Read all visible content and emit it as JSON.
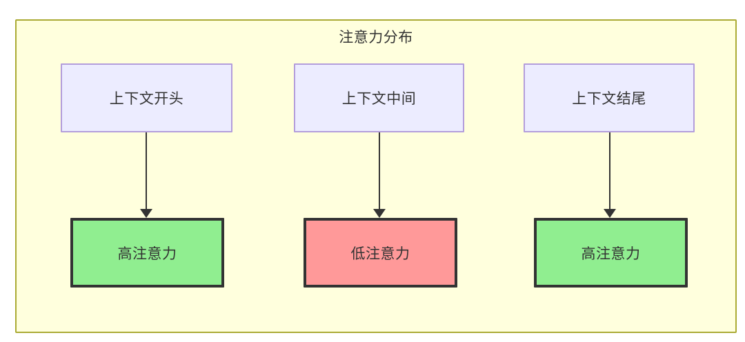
{
  "diagram": {
    "title": "注意力分布",
    "container": {
      "fill": "#ffffdd",
      "stroke": "#aaaa33"
    },
    "context_nodes": [
      {
        "id": "ctx-start",
        "label": "上下文开头",
        "fill": "#ececff",
        "stroke": "#b39ddb"
      },
      {
        "id": "ctx-middle",
        "label": "上下文中间",
        "fill": "#ececff",
        "stroke": "#b39ddb"
      },
      {
        "id": "ctx-end",
        "label": "上下文结尾",
        "fill": "#ececff",
        "stroke": "#b39ddb"
      }
    ],
    "attention_nodes": [
      {
        "id": "attn-high-start",
        "label": "高注意力",
        "fill": "#90ee90",
        "stroke": "#333333",
        "level": "high"
      },
      {
        "id": "attn-low-middle",
        "label": "低注意力",
        "fill": "#ff9999",
        "stroke": "#333333",
        "level": "low"
      },
      {
        "id": "attn-high-end",
        "label": "高注意力",
        "fill": "#90ee90",
        "stroke": "#333333",
        "level": "high"
      }
    ],
    "edges": [
      {
        "from": "ctx-start",
        "to": "attn-high-start",
        "label": ""
      },
      {
        "from": "ctx-middle",
        "to": "attn-low-middle",
        "label": ""
      },
      {
        "from": "ctx-end",
        "to": "attn-high-end",
        "label": ""
      }
    ],
    "text_color": "#333333"
  }
}
